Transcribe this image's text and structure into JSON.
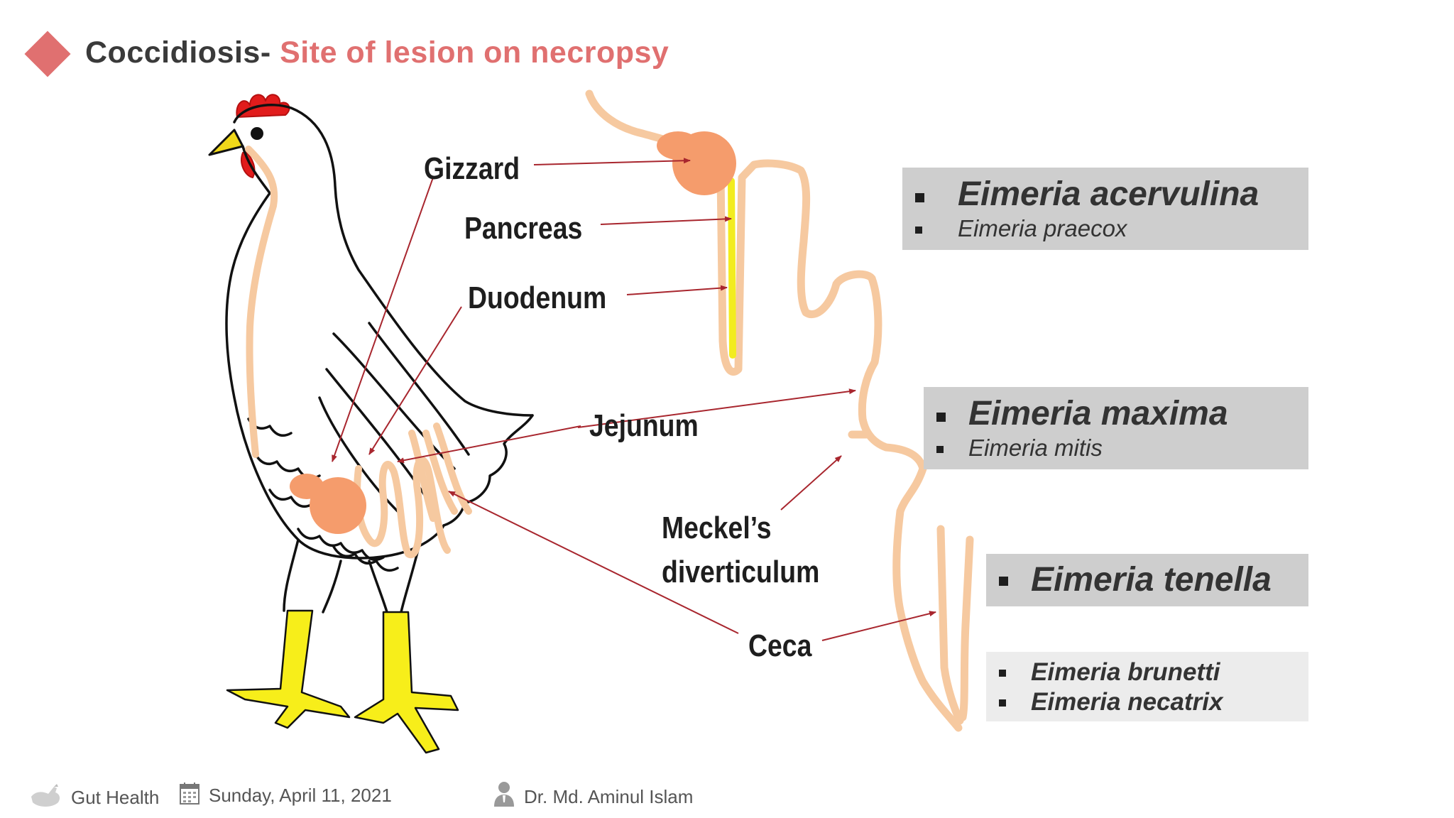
{
  "header": {
    "title_main": "Coccidiosis-",
    "title_accent": "Site of lesion on necropsy"
  },
  "diagram": {
    "labels": {
      "gizzard": "Gizzard",
      "pancreas": "Pancreas",
      "duodenum": "Duodenum",
      "jejunum": "Jejunum",
      "meckels_line1": "Meckel’s",
      "meckels_line2": "diverticulum",
      "ceca": "Ceca"
    },
    "colors": {
      "gut": "#f6c9a0",
      "gizzard": "#f59c6c",
      "pancreas": "#f2ec1f",
      "feet": "#f7ee1a",
      "comb": "#e11c1c",
      "beak": "#f0d81a",
      "arrows": "#a8262e"
    }
  },
  "species": {
    "duodenum_group": {
      "primary": "Eimeria acervulina",
      "secondary": "Eimeria praecox"
    },
    "jejunum_group": {
      "primary": "Eimeria maxima",
      "secondary": "Eimeria mitis"
    },
    "ceca_group": {
      "primary": "Eimeria tenella"
    },
    "other_group": [
      "Eimeria brunetti",
      "Eimeria necatrix"
    ]
  },
  "footer": {
    "topic": "Gut Health",
    "date": "Sunday, April 11, 2021",
    "author": "Dr. Md. Aminul Islam",
    "icons": [
      "chicken-icon",
      "calendar-icon",
      "person-icon"
    ]
  }
}
